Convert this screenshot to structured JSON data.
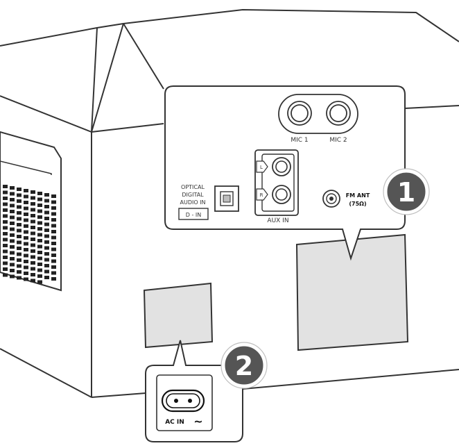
{
  "panel_labels": {
    "mic1": "MIC 1",
    "mic2": "MIC 2",
    "optical_line1": "OPTICAL",
    "optical_line2": "DIGITAL",
    "optical_line3": "AUDIO IN",
    "optical_button": "D - IN",
    "aux_in": "AUX IN",
    "aux_left": "L",
    "aux_right": "R",
    "fm_ant": "FM ANT",
    "fm_ohm": "(75Ω)"
  },
  "ac_labels": {
    "ac_in": "AC IN",
    "ac_symbol": "~"
  },
  "callouts": [
    {
      "id": "badge-1",
      "number": "1"
    },
    {
      "id": "badge-2",
      "number": "2"
    }
  ],
  "colors": {
    "line": "#333333",
    "badge_fill": "#555555",
    "placeholder": "#e2e2e2",
    "panel_bg": "#ffffff",
    "grille": "#222222"
  }
}
